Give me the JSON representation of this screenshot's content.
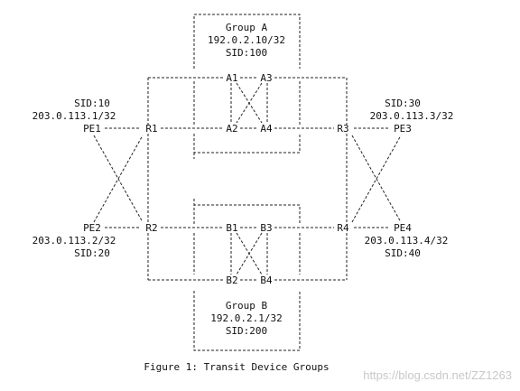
{
  "groups": {
    "a": {
      "name": "Group A",
      "prefix": "192.0.2.10/32",
      "sid": "SID:100"
    },
    "b": {
      "name": "Group B",
      "prefix": "192.0.2.1/32",
      "sid": "SID:200"
    }
  },
  "routers": {
    "r1": "R1",
    "r2": "R2",
    "r3": "R3",
    "r4": "R4",
    "a1": "A1",
    "a2": "A2",
    "a3": "A3",
    "a4": "A4",
    "b1": "B1",
    "b2": "B2",
    "b3": "B3",
    "b4": "B4"
  },
  "pe": {
    "pe1": {
      "name": "PE1",
      "prefix": "203.0.113.1/32",
      "sid": "SID:10"
    },
    "pe2": {
      "name": "PE2",
      "prefix": "203.0.113.2/32",
      "sid": "SID:20"
    },
    "pe3": {
      "name": "PE3",
      "prefix": "203.0.113.3/32",
      "sid": "SID:30"
    },
    "pe4": {
      "name": "PE4",
      "prefix": "203.0.113.4/32",
      "sid": "SID:40"
    }
  },
  "caption": "Figure 1: Transit Device Groups",
  "watermark": "https://blog.csdn.net/ZZ1263"
}
